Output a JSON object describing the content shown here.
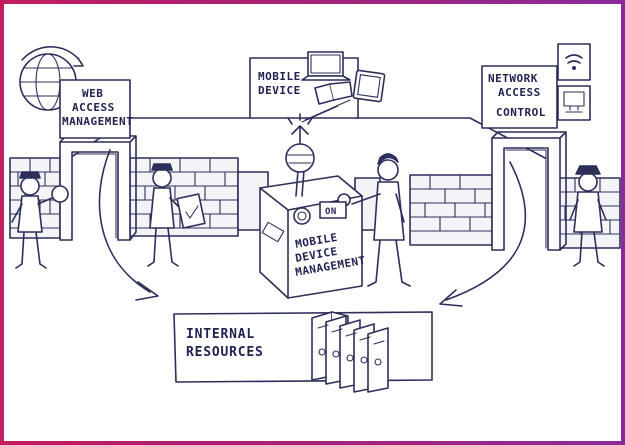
{
  "labels": {
    "web_access": [
      "WEB",
      "ACCESS",
      "MANAGEMENT"
    ],
    "mobile_device": [
      "MOBILE",
      "DEVICE"
    ],
    "network_access": [
      "NETWORK",
      "ACCESS",
      "CONTROL"
    ],
    "mdm": [
      "MOBILE",
      "DEVICE",
      "MANAGEMENT"
    ],
    "internal": [
      "INTERNAL",
      "RESOURCES"
    ],
    "switch_on": "ON"
  },
  "colors": {
    "ink": "#2d2f5a",
    "frame": "#b0206a"
  }
}
